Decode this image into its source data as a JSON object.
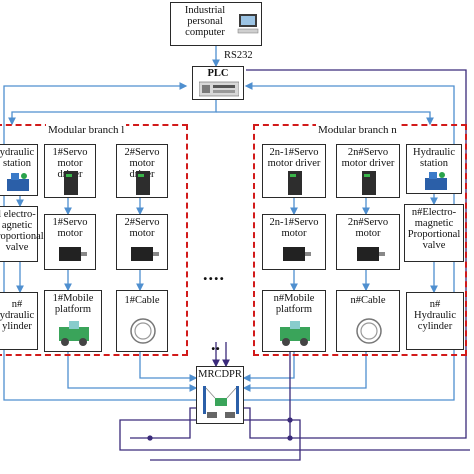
{
  "computer": {
    "label": "Industrial\npersonal\ncomputer"
  },
  "link": {
    "label": "RS232"
  },
  "plc": {
    "label": "PLC"
  },
  "branch_left": {
    "title": "Modular branch l",
    "hydraulic_station": "ydraulic\nstation",
    "servo_driver_1": "1#Servo\nmotor driver",
    "servo_driver_2": "2#Servo\nmotor driver",
    "servo_motor_1": "1#Servo\nmotor",
    "servo_motor_2": "2#Servo\nmotor",
    "valve": "l electro-\nagnetic\nroportional\nvalve",
    "mobile_platform": "1#Mobile\nplatform",
    "cable": "1#Cable",
    "cylinder": "n#\nydraulic\nylinder"
  },
  "ellipsis_h": "....",
  "ellipsis_v": "..",
  "branch_right": {
    "title": "Modular branch n",
    "servo_driver_a": "2n-1#Servo\nmotor driver",
    "servo_driver_b": "2n#Servo\nmotor driver",
    "hydraulic_station": "Hydraulic\nstation",
    "servo_motor_a": "2n-1#Servo\nmotor",
    "servo_motor_b": "2n#Servo\nmotor",
    "valve": "n#Electro-\nmagnetic\nProportional\nvalve",
    "mobile_platform": "n#Mobile\nplatform",
    "cable": "n#Cable",
    "cylinder": "n#\nHydraulic\ncylinder"
  },
  "robot": {
    "label": "MRCDPR"
  },
  "colors": {
    "blue_link": "#4f8fcf",
    "purple_link": "#3a2a7a",
    "branch_border": "#d21a1a"
  }
}
